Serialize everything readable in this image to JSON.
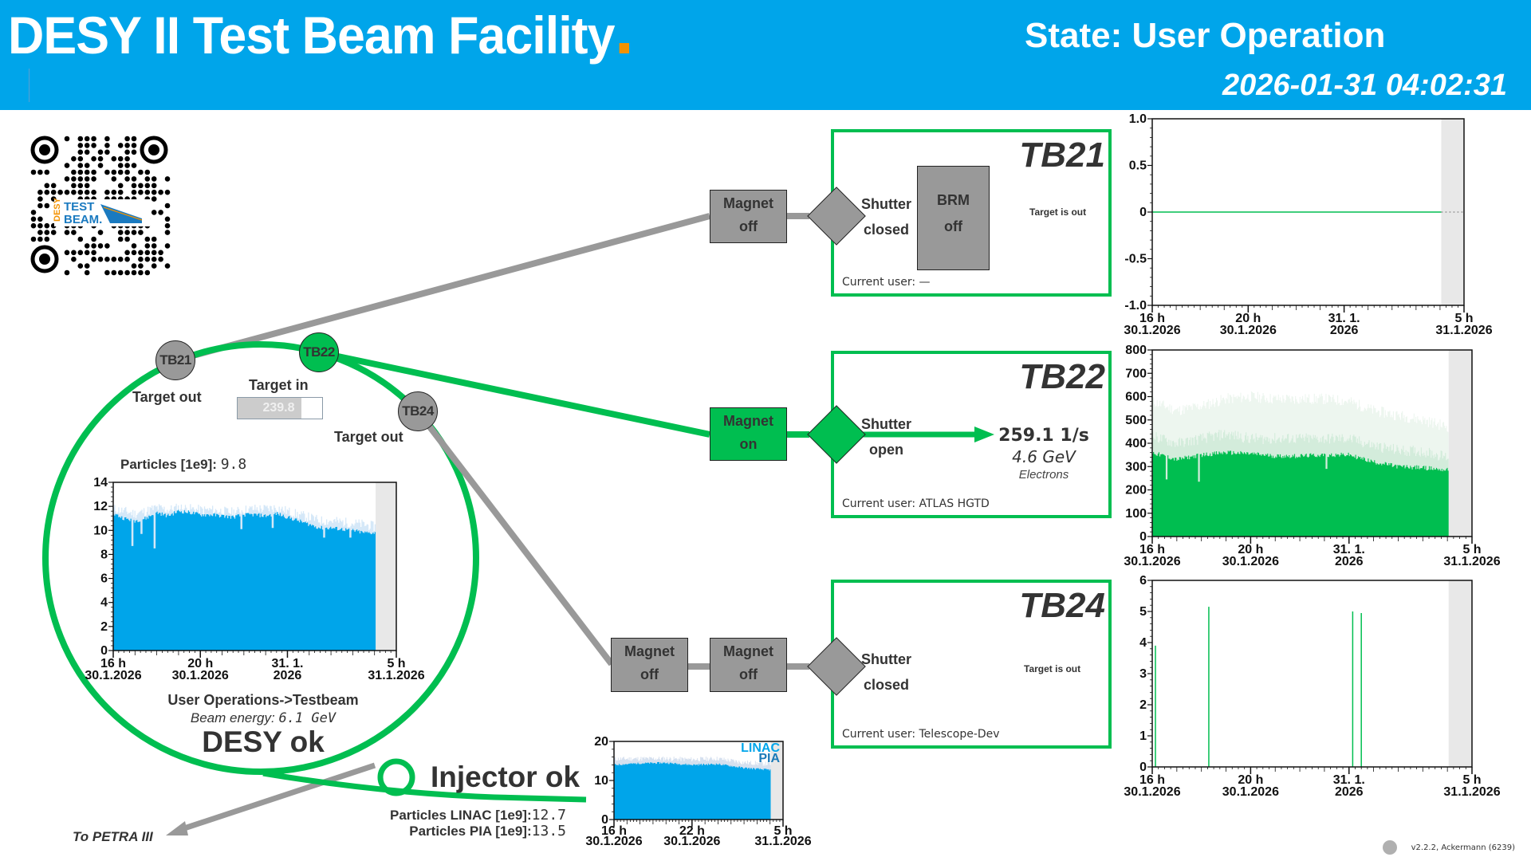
{
  "header": {
    "title": "DESY II Test Beam Facility",
    "state_label": "State:",
    "state_value": "User Operation",
    "datetime": "2026-01-31 04:02:31"
  },
  "colors": {
    "header_blue": "#00a5ea",
    "accent_orange": "#f39200",
    "ok_green": "#00be50",
    "off_gray": "#999999",
    "desy_blue": "#00a5ea"
  },
  "qr": {
    "logo_top": "TEST",
    "logo_bottom": "BEAM.",
    "logo_side": "DESY"
  },
  "ring": {
    "nodes": [
      {
        "id": "TB21",
        "state": "off",
        "target_label": "Target out"
      },
      {
        "id": "TB22",
        "state": "on",
        "target_label": "Target in",
        "target_value": "239.8",
        "target_fill_fraction": 0.75
      },
      {
        "id": "TB24",
        "state": "off",
        "target_label": "Target out"
      }
    ],
    "particles_label": "Particles [1e9]:",
    "particles_value": "9.8",
    "operation": "User Operations->Testbeam",
    "beam_energy_label": "Beam energy:",
    "beam_energy_value": "6.1 GeV",
    "status": "DESY ok"
  },
  "injector": {
    "status": "Injector ok",
    "linac_label": "Particles LINAC [1e9]:",
    "linac_value": "12.7",
    "pia_label": "Particles PIA [1e9]:",
    "pia_value": "13.5"
  },
  "petra_label": "To PETRA III",
  "beamlines": [
    {
      "id": "TB21",
      "magnets": [
        {
          "label": "Magnet",
          "state": "off"
        }
      ],
      "shutter_label": "Shutter",
      "shutter_state": "closed",
      "brm_label": "BRM",
      "brm_state": "off",
      "target_status": "Target is out",
      "current_user_label": "Current user:",
      "current_user": "—"
    },
    {
      "id": "TB22",
      "magnets": [
        {
          "label": "Magnet",
          "state": "on"
        }
      ],
      "shutter_label": "Shutter",
      "shutter_state": "open",
      "rate": "259.1 1/s",
      "energy": "4.6 GeV",
      "particle": "Electrons",
      "current_user_label": "Current user:",
      "current_user": "ATLAS HGTD"
    },
    {
      "id": "TB24",
      "magnets": [
        {
          "label": "Magnet",
          "state": "off"
        },
        {
          "label": "Magnet",
          "state": "off"
        }
      ],
      "shutter_label": "Shutter",
      "shutter_state": "closed",
      "target_status": "Target is out",
      "current_user_label": "Current user:",
      "current_user": "Telescope-Dev"
    }
  ],
  "footer": {
    "version": "v2.2.2, Ackermann (6239)"
  },
  "chart_data": [
    {
      "id": "desy-particles",
      "type": "bar",
      "title": "Particles [1e9]",
      "x_unit": "hours since 30.1.2026 00:00",
      "xlim": [
        16,
        29
      ],
      "ylim": [
        0,
        14
      ],
      "yticks": [
        0,
        2,
        4,
        6,
        8,
        10,
        12,
        14
      ],
      "xticks": [
        {
          "x": 16,
          "l1": "16 h",
          "l2": "30.1.2026"
        },
        {
          "x": 20,
          "l1": "20 h",
          "l2": "30.1.2026"
        },
        {
          "x": 24,
          "l1": "31. 1.",
          "l2": "2026"
        },
        {
          "x": 29,
          "l1": "5 h",
          "l2": "31.1.2026"
        }
      ],
      "data_end": 28.05,
      "series": [
        {
          "name": "max",
          "color": "#d5e8f8",
          "points": [
            [
              16,
              11.8
            ],
            [
              16.5,
              11.6
            ],
            [
              17,
              11.4
            ],
            [
              17.5,
              11.6
            ],
            [
              18,
              11.9
            ],
            [
              18.5,
              11.7
            ],
            [
              19,
              11.9
            ],
            [
              19.5,
              11.8
            ],
            [
              20,
              11.7
            ],
            [
              20.5,
              11.7
            ],
            [
              21,
              11.6
            ],
            [
              21.5,
              11.5
            ],
            [
              22,
              11.7
            ],
            [
              22.5,
              11.8
            ],
            [
              23,
              11.8
            ],
            [
              23.5,
              11.9
            ],
            [
              24,
              11.6
            ],
            [
              24.5,
              11.3
            ],
            [
              25,
              11.1
            ],
            [
              25.5,
              10.8
            ],
            [
              26,
              10.8
            ],
            [
              26.5,
              10.7
            ],
            [
              27,
              10.6
            ],
            [
              27.5,
              10.5
            ],
            [
              28.05,
              10.3
            ]
          ]
        },
        {
          "name": "mean",
          "color": "#00a5ea",
          "points": [
            [
              16,
              11.4
            ],
            [
              16.5,
              11.0
            ],
            [
              17,
              10.8
            ],
            [
              17.5,
              11.0
            ],
            [
              18,
              11.5
            ],
            [
              18.5,
              11.2
            ],
            [
              19,
              11.6
            ],
            [
              19.5,
              11.5
            ],
            [
              20,
              11.3
            ],
            [
              20.5,
              11.3
            ],
            [
              21,
              11.2
            ],
            [
              21.5,
              11.1
            ],
            [
              22,
              11.3
            ],
            [
              22.5,
              11.3
            ],
            [
              23,
              11.2
            ],
            [
              23.5,
              11.4
            ],
            [
              24,
              11.1
            ],
            [
              24.5,
              10.8
            ],
            [
              25,
              10.5
            ],
            [
              25.5,
              10.2
            ],
            [
              26,
              10.2
            ],
            [
              26.5,
              10.1
            ],
            [
              27,
              10.0
            ],
            [
              27.5,
              9.8
            ],
            [
              28.05,
              9.8
            ]
          ]
        }
      ],
      "dips": [
        [
          16.9,
          8.7
        ],
        [
          17.9,
          8.5
        ],
        [
          17.3,
          9.7
        ],
        [
          21.9,
          10.1
        ],
        [
          23.3,
          10.2
        ],
        [
          25.7,
          9.4
        ],
        [
          26.9,
          9.4
        ]
      ]
    },
    {
      "id": "injector-particles",
      "type": "bar",
      "legend": [
        "LINAC",
        "PIA"
      ],
      "legend_colors": [
        "#00a5ea",
        "#1a7ab8"
      ],
      "legend_position": "top-right",
      "xlim": [
        16,
        29
      ],
      "ylim": [
        0,
        20
      ],
      "yticks": [
        0,
        10,
        20
      ],
      "xticks": [
        {
          "x": 16,
          "l1": "16 h",
          "l2": "30.1.2026"
        },
        {
          "x": 22,
          "l1": "22 h",
          "l2": "30.1.2026"
        },
        {
          "x": 29,
          "l1": "5 h",
          "l2": "31.1.2026"
        }
      ],
      "data_end": 28.05,
      "series": [
        {
          "name": "max",
          "color": "#d5e0ef",
          "points": [
            [
              16,
              15.5
            ],
            [
              18,
              15.6
            ],
            [
              20,
              15.6
            ],
            [
              22,
              15.4
            ],
            [
              24,
              15.6
            ],
            [
              26,
              14.6
            ],
            [
              28.05,
              14.2
            ]
          ]
        },
        {
          "name": "LINAC",
          "color": "#00a5ea",
          "points": [
            [
              16,
              14.0
            ],
            [
              18,
              14.4
            ],
            [
              20,
              14.5
            ],
            [
              22,
              14.0
            ],
            [
              24,
              14.2
            ],
            [
              26,
              13.2
            ],
            [
              28.05,
              12.7
            ]
          ]
        }
      ]
    },
    {
      "id": "tb21-rate",
      "type": "line",
      "xlim": [
        16,
        29
      ],
      "ylim": [
        -1,
        1
      ],
      "yticks": [
        -1.0,
        -0.5,
        0,
        0.5,
        1.0
      ],
      "ytick_labels": [
        "-1.0",
        "-0.5",
        "0",
        "0.5",
        "1.0"
      ],
      "xticks": [
        {
          "x": 16,
          "l1": "16 h",
          "l2": "30.1.2026"
        },
        {
          "x": 20,
          "l1": "20 h",
          "l2": "30.1.2026"
        },
        {
          "x": 24,
          "l1": "31. 1.",
          "l2": "2026"
        },
        {
          "x": 29,
          "l1": "5 h",
          "l2": "31.1.2026"
        }
      ],
      "data_end": 28.05,
      "series": [
        {
          "name": "rate",
          "color": "#00be50",
          "points": [
            [
              16,
              0
            ],
            [
              28.05,
              0
            ]
          ]
        }
      ]
    },
    {
      "id": "tb22-rate",
      "type": "bar",
      "xlim": [
        16,
        29
      ],
      "ylim": [
        0,
        800
      ],
      "yticks": [
        0,
        100,
        200,
        300,
        400,
        500,
        600,
        700,
        800
      ],
      "xticks": [
        {
          "x": 16,
          "l1": "16 h",
          "l2": "30.1.2026"
        },
        {
          "x": 20,
          "l1": "20 h",
          "l2": "30.1.2026"
        },
        {
          "x": 24,
          "l1": "31. 1.",
          "l2": "2026"
        },
        {
          "x": 29,
          "l1": "5 h",
          "l2": "31.1.2026"
        }
      ],
      "data_end": 28.05,
      "series": [
        {
          "name": "max",
          "color": "#edf6ef",
          "points": [
            [
              16,
              580
            ],
            [
              17,
              540
            ],
            [
              18,
              560
            ],
            [
              19,
              590
            ],
            [
              20,
              600
            ],
            [
              21,
              590
            ],
            [
              22,
              590
            ],
            [
              23,
              590
            ],
            [
              24,
              580
            ],
            [
              25,
              540
            ],
            [
              26,
              520
            ],
            [
              27,
              500
            ],
            [
              28.05,
              470
            ]
          ]
        },
        {
          "name": "upper",
          "color": "#d3ecdb",
          "points": [
            [
              16,
              430
            ],
            [
              17,
              400
            ],
            [
              18,
              420
            ],
            [
              19,
              440
            ],
            [
              20,
              420
            ],
            [
              21,
              420
            ],
            [
              22,
              420
            ],
            [
              23,
              420
            ],
            [
              24,
              420
            ],
            [
              25,
              390
            ],
            [
              26,
              370
            ],
            [
              27,
              365
            ],
            [
              28.05,
              340
            ]
          ]
        },
        {
          "name": "mean",
          "color": "#00be50",
          "points": [
            [
              16,
              360
            ],
            [
              17,
              330
            ],
            [
              18,
              350
            ],
            [
              19,
              360
            ],
            [
              20,
              355
            ],
            [
              21,
              345
            ],
            [
              22,
              345
            ],
            [
              23,
              350
            ],
            [
              24,
              350
            ],
            [
              25,
              320
            ],
            [
              26,
              300
            ],
            [
              27,
              295
            ],
            [
              28.05,
              285
            ]
          ]
        }
      ],
      "dips": [
        [
          16.6,
          245
        ],
        [
          17.9,
          235
        ],
        [
          23.1,
          290
        ]
      ]
    },
    {
      "id": "tb24-rate",
      "type": "bar",
      "xlim": [
        16,
        29
      ],
      "ylim": [
        0,
        6
      ],
      "yticks": [
        0,
        1,
        2,
        3,
        4,
        5,
        6
      ],
      "xticks": [
        {
          "x": 16,
          "l1": "16 h",
          "l2": "30.1.2026"
        },
        {
          "x": 20,
          "l1": "20 h",
          "l2": "30.1.2026"
        },
        {
          "x": 24,
          "l1": "31. 1.",
          "l2": "2026"
        },
        {
          "x": 29,
          "l1": "5 h",
          "l2": "31.1.2026"
        }
      ],
      "data_end": 28.05,
      "series": [
        {
          "name": "rate",
          "color": "#00be50",
          "spikes": [
            [
              16.13,
              3.9
            ],
            [
              18.3,
              5.15
            ],
            [
              24.15,
              5.0
            ],
            [
              24.5,
              4.95
            ]
          ]
        }
      ]
    }
  ]
}
